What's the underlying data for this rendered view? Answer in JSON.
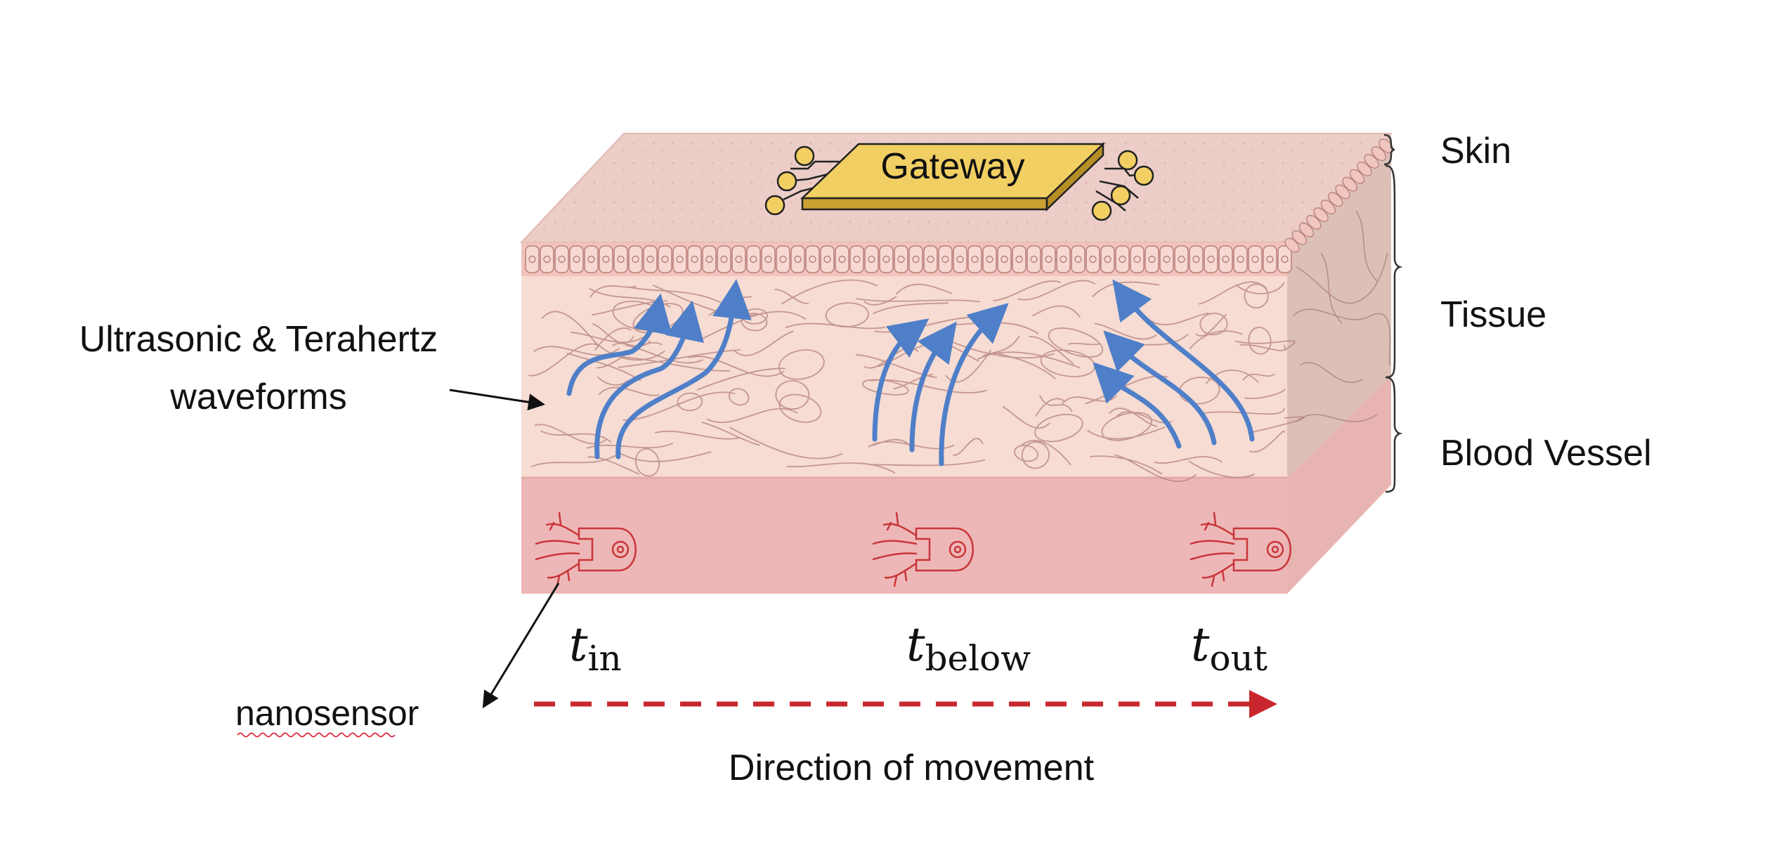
{
  "gateway": {
    "label": "Gateway"
  },
  "layers": {
    "skin": "Skin",
    "tissue": "Tissue",
    "blood_vessel": "Blood Vessel"
  },
  "waveforms": {
    "line1": "Ultrasonic & Terahertz",
    "line2": "waveforms"
  },
  "nanosensor": {
    "label": "nanosensor"
  },
  "times": [
    {
      "base": "t",
      "sub": "in"
    },
    {
      "base": "t",
      "sub": "below"
    },
    {
      "base": "t",
      "sub": "out"
    }
  ],
  "movement": {
    "label": "Direction of movement"
  },
  "colors": {
    "skin_top": "#eccdc8",
    "tissue_front": "#f6dcd3",
    "cells": "#f1c3bc",
    "blood": "#eeb7b7",
    "side": "#dcc0b8",
    "wave_arrow": "#4f7fc8",
    "gateway": "#f2cf63",
    "nanosensor": "#c8363a",
    "movement_arrow": "#c8282d"
  }
}
